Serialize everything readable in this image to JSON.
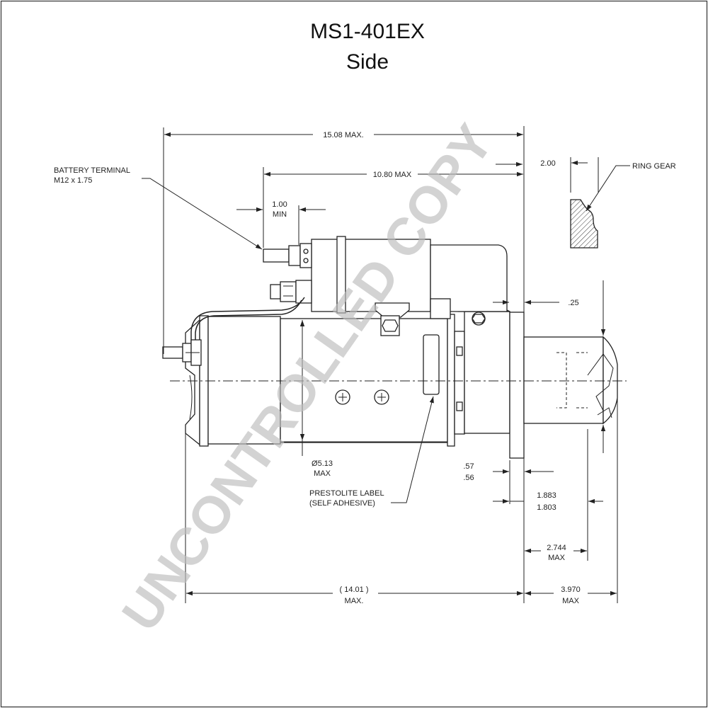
{
  "title": "MS1-401EX",
  "view": "Side",
  "watermark": "UNCONTROLLED COPY",
  "callouts": {
    "battery_terminal_line1": "BATTERY TERMINAL",
    "battery_terminal_line2": "M12 x 1.75",
    "ring_gear": "RING GEAR",
    "label_line1": "PRESTOLITE LABEL",
    "label_line2": "(SELF ADHESIVE)"
  },
  "dimensions": {
    "overall_max": "15.08 MAX.",
    "solenoid_max": "10.80 MAX",
    "terminal_min_value": "1.00",
    "terminal_min_unit": "MIN",
    "ring_gear_width": "2.00",
    "flange_thickness": ".25",
    "diameter_value": "Ø5.13",
    "diameter_unit": "MAX",
    "flange_offset_max": ".57",
    "flange_offset_min": ".56",
    "pinion_max": "1.883",
    "pinion_min": "1.803",
    "nose_value": "2.744",
    "nose_unit": "MAX",
    "body_length_value": "( 14.01 )",
    "body_length_unit": "MAX.",
    "drive_end_value": "3.970",
    "drive_end_unit": "MAX"
  }
}
